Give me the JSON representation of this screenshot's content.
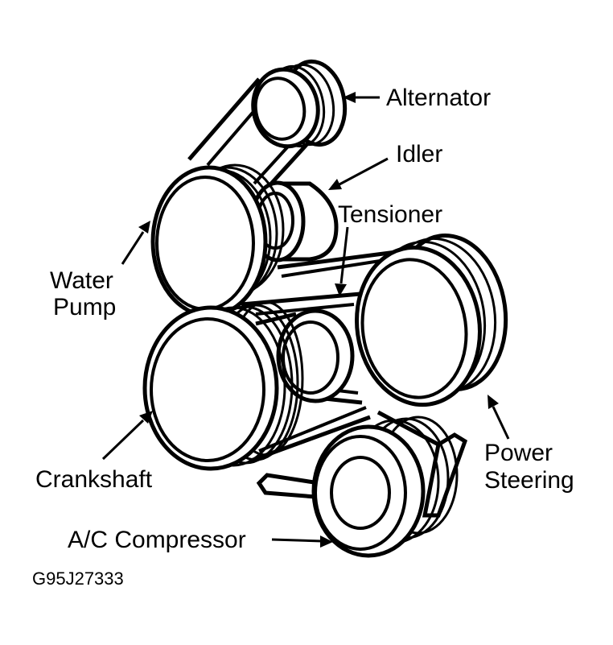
{
  "labels": {
    "alternator": "Alternator",
    "idler": "Idler",
    "tensioner": "Tensioner",
    "water_pump_line1": "Water",
    "water_pump_line2": "Pump",
    "power_steering_line1": "Power",
    "power_steering_line2": "Steering",
    "crankshaft": "Crankshaft",
    "ac_compressor": "A/C Compressor"
  },
  "figure_code": "G95J27333",
  "icons": {
    "alternator_pulley": "alternator-pulley-icon",
    "idler_pulley": "idler-pulley-icon",
    "tensioner_pulley": "tensioner-pulley-icon",
    "water_pump_pulley": "water-pump-pulley-icon",
    "power_steering_pulley": "power-steering-pulley-icon",
    "crankshaft_pulley": "crankshaft-pulley-icon",
    "ac_compressor_pulley": "ac-compressor-pulley-icon",
    "serpentine_belt": "serpentine-belt-icon"
  }
}
